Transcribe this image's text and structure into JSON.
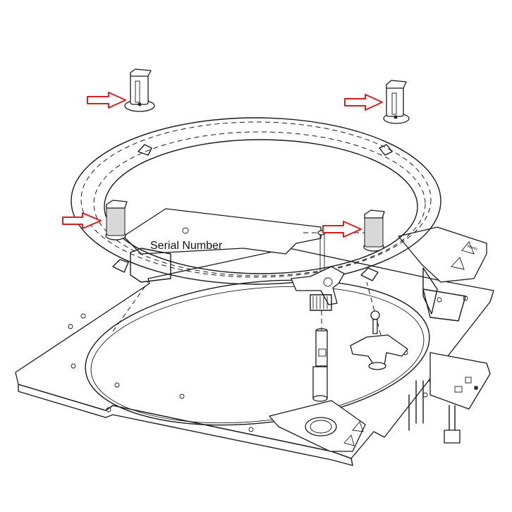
{
  "diagram": {
    "label_serial_number": "Serial Number",
    "arrow_color": "#d62020",
    "callout_arrows": [
      "pointing-to-top-left-clip",
      "pointing-to-top-right-clip",
      "pointing-to-left-ring-clip",
      "pointing-to-right-ring-clip"
    ]
  }
}
